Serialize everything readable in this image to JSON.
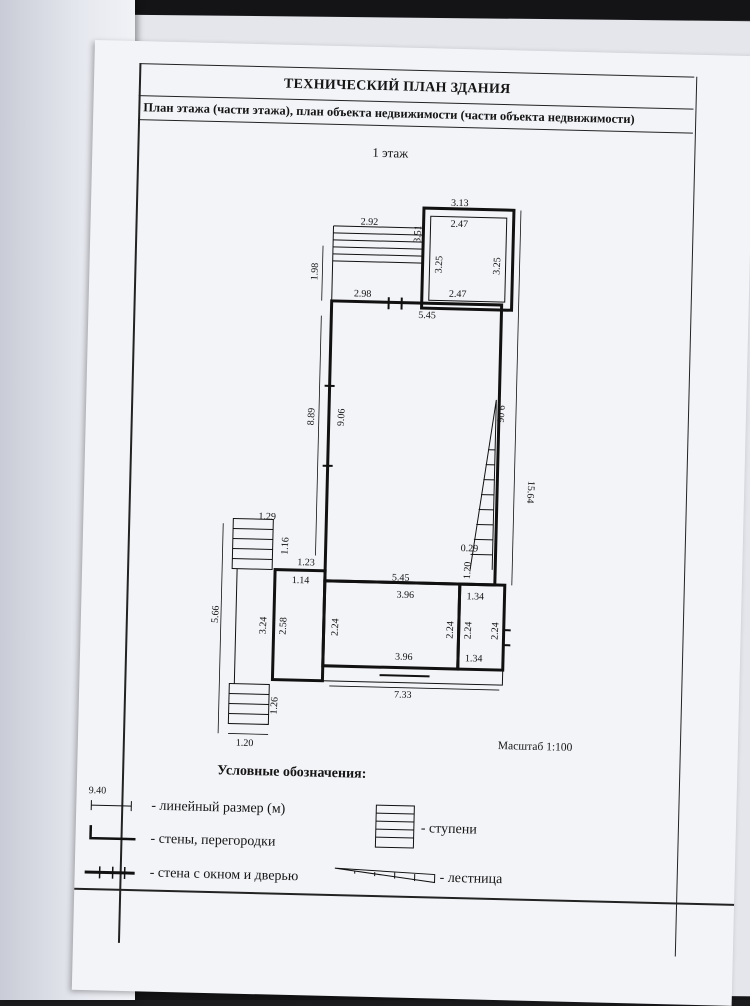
{
  "header": {
    "title": "ТЕХНИЧЕСКИЙ ПЛАН ЗДАНИЯ",
    "subtitle": "План этажа (части этажа), план объекта недвижимости (части объекта недвижимости)"
  },
  "plan": {
    "floor_label": "1 этаж",
    "scale": "Масштаб 1:100",
    "dimensions": {
      "d1": "3.13",
      "d2": "2.47",
      "d3": "3.51",
      "d4": "3.25",
      "d5": "3.25",
      "d6": "2.47",
      "d7": "2.92",
      "d8": "1.98",
      "d9": "2.98",
      "d10": "5.45",
      "d11": "8.89",
      "d12": "9.06",
      "d13": "9.06",
      "d14": "15.64",
      "d15": "0.29",
      "d16": "1.20",
      "d17": "1.29",
      "d18": "1.16",
      "d19": "1.23",
      "d20": "1.14",
      "d21": "5.45",
      "d22": "3.96",
      "d23": "1.34",
      "d24": "5.66",
      "d25": "3.24",
      "d26": "2.58",
      "d27": "2.24",
      "d28": "2.24",
      "d29": "2.24",
      "d30": "2.24",
      "d31": "3.96",
      "d32": "1.34",
      "d33": "7.33",
      "d34": "1.26",
      "d35": "1.20"
    }
  },
  "legend": {
    "heading": "Условные обозначения:",
    "sample_dim": "9.40",
    "linear": "- линейный размер (м)",
    "walls": "- стены, перегородки",
    "window_door": "- стена с окном и дверью",
    "steps": "- ступени",
    "stairs": "- лестница"
  }
}
